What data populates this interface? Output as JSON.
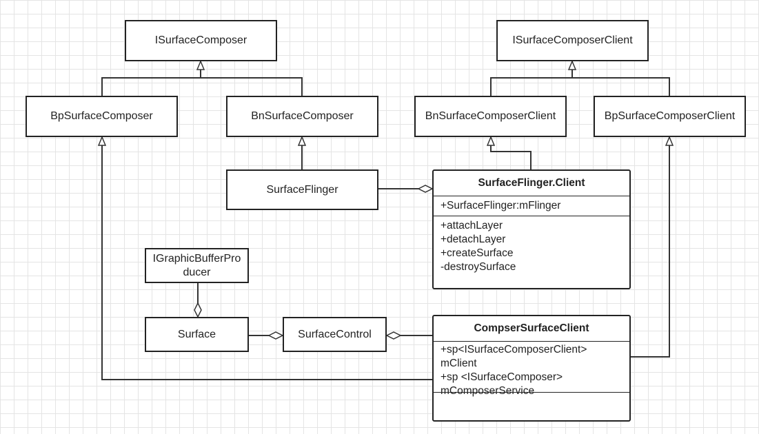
{
  "diagram": {
    "classes": {
      "isurfacecomposer": "ISurfaceComposer",
      "isurfacecomposerclient": "ISurfaceComposerClient",
      "bpsurfacecomposer": "BpSurfaceComposer",
      "bnsurfacecomposer": "BnSurfaceComposer",
      "bnsurfacecomposerclient": "BnSurfaceComposerClient",
      "bpsurfacecomposerclient": "BpSurfaceComposerClient",
      "surfaceflinger": "SurfaceFlinger",
      "igraphicbufferproducer": "IGraphicBufferProducer",
      "surface": "Surface",
      "surfacecontrol": "SurfaceControl"
    },
    "surfaceflinger_client": {
      "title": "SurfaceFlinger.Client",
      "attributes": [
        "+SurfaceFlinger:mFlinger"
      ],
      "methods": [
        "+attachLayer",
        "+detachLayer",
        "+createSurface",
        "-destroySurface"
      ]
    },
    "composer_surface_client": {
      "title": "CompserSurfaceClient",
      "attributes": [
        "+sp<ISurfaceComposerClient>",
        "mClient",
        "+sp <ISurfaceComposer>",
        "mComposerService"
      ],
      "methods": []
    }
  }
}
